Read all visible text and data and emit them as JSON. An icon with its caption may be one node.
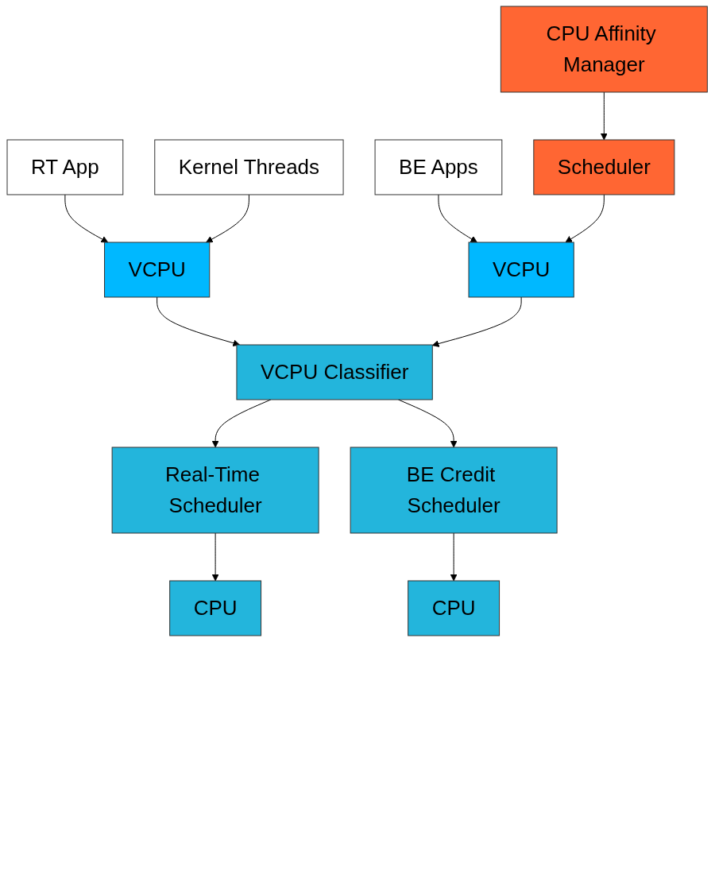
{
  "diagram": {
    "nodes": [
      {
        "text": [
          "RT App"
        ]
      },
      {
        "text": [
          "Kernel Threads"
        ]
      },
      {
        "text": [
          "BE Apps"
        ]
      },
      {
        "text": [
          "CPU Affinity Manager"
        ]
      },
      {
        "text": [
          "VCPU"
        ]
      },
      {
        "text": [
          "VCPU"
        ]
      },
      {
        "text": [
          "Scheduler"
        ]
      },
      {
        "text": [
          "VCPU Classifier"
        ]
      },
      {
        "text": [
          "Real-Time Scheduler"
        ]
      },
      {
        "text": [
          "BE Credit Scheduler"
        ]
      },
      {
        "text": [
          "CPU"
        ]
      },
      {
        "text": [
          "CPU"
        ]
      }
    ],
    "edges": [
      {
        "from": 0,
        "to": 4,
        "arrow": "to"
      },
      {
        "from": 1,
        "to": 4,
        "arrow": "to"
      },
      {
        "from": 2,
        "to": 5,
        "arrow": "to"
      },
      {
        "from": 3,
        "to": 6,
        "arrow": "to"
      },
      {
        "from": 6,
        "to": 5,
        "arrow": "to"
      },
      {
        "from": 4,
        "to": 7,
        "arrow": "to"
      },
      {
        "from": 5,
        "to": 7,
        "arrow": "to"
      },
      {
        "from": 7,
        "to": 8,
        "arrow": "to"
      },
      {
        "from": 7,
        "to": 9,
        "arrow": "to"
      },
      {
        "from": 8,
        "to": 10,
        "arrow": "to"
      },
      {
        "from": 9,
        "to": 11,
        "arrow": "to"
      }
    ]
  }
}
